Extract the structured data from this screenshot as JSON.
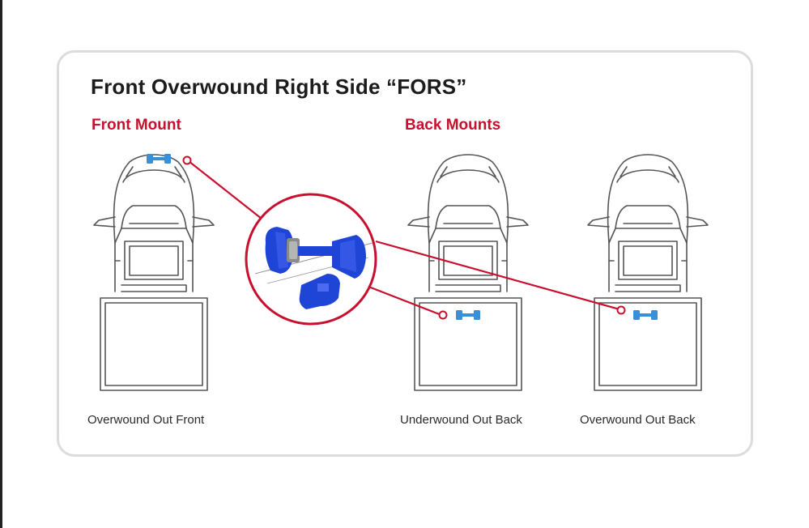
{
  "title": "Front Overwound Right Side “FORS”",
  "sections": {
    "front_mount": "Front Mount",
    "back_mounts": "Back Mounts"
  },
  "captions": [
    "Overwound Out Front",
    "Underwound Out Back",
    "Overwound Out Back"
  ],
  "colors": {
    "accent_red": "#c8102e",
    "part_blue": "#1f45d6",
    "marker_blue": "#3a8fd9",
    "outline": "#555555"
  },
  "icons": [
    "pickup-truck-topview",
    "spring-marker",
    "magnified-spring-detail"
  ]
}
